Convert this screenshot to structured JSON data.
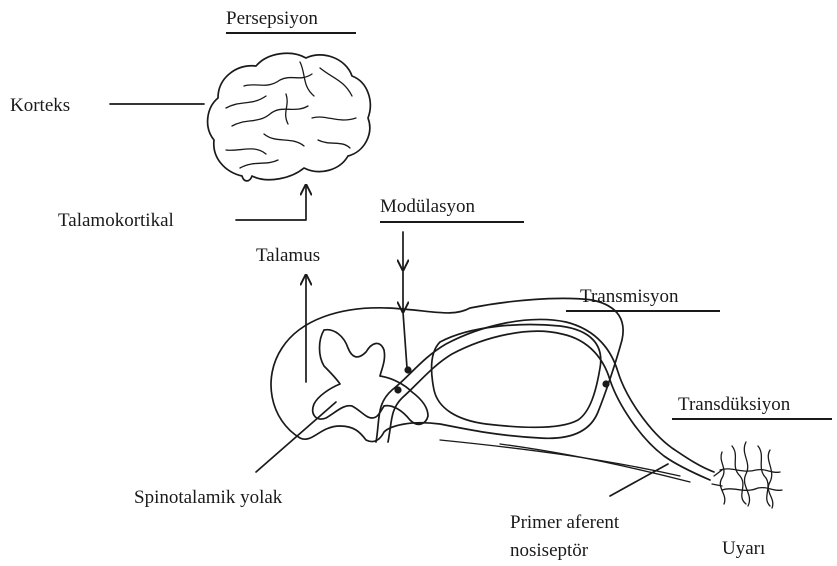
{
  "labels": {
    "persepsiyon": "Persepsiyon",
    "korteks": "Korteks",
    "talamokortikal": "Talamokortikal",
    "talamus": "Talamus",
    "modulasyon": "Modülasyon",
    "transmisyon": "Transmisyon",
    "transduksiyon": "Transdüksiyon",
    "spinotalamik": "Spinotalamik yolak",
    "primer_line1": "Primer aferent",
    "primer_line2": "nosiseptör",
    "uyari": "Uyarı"
  }
}
